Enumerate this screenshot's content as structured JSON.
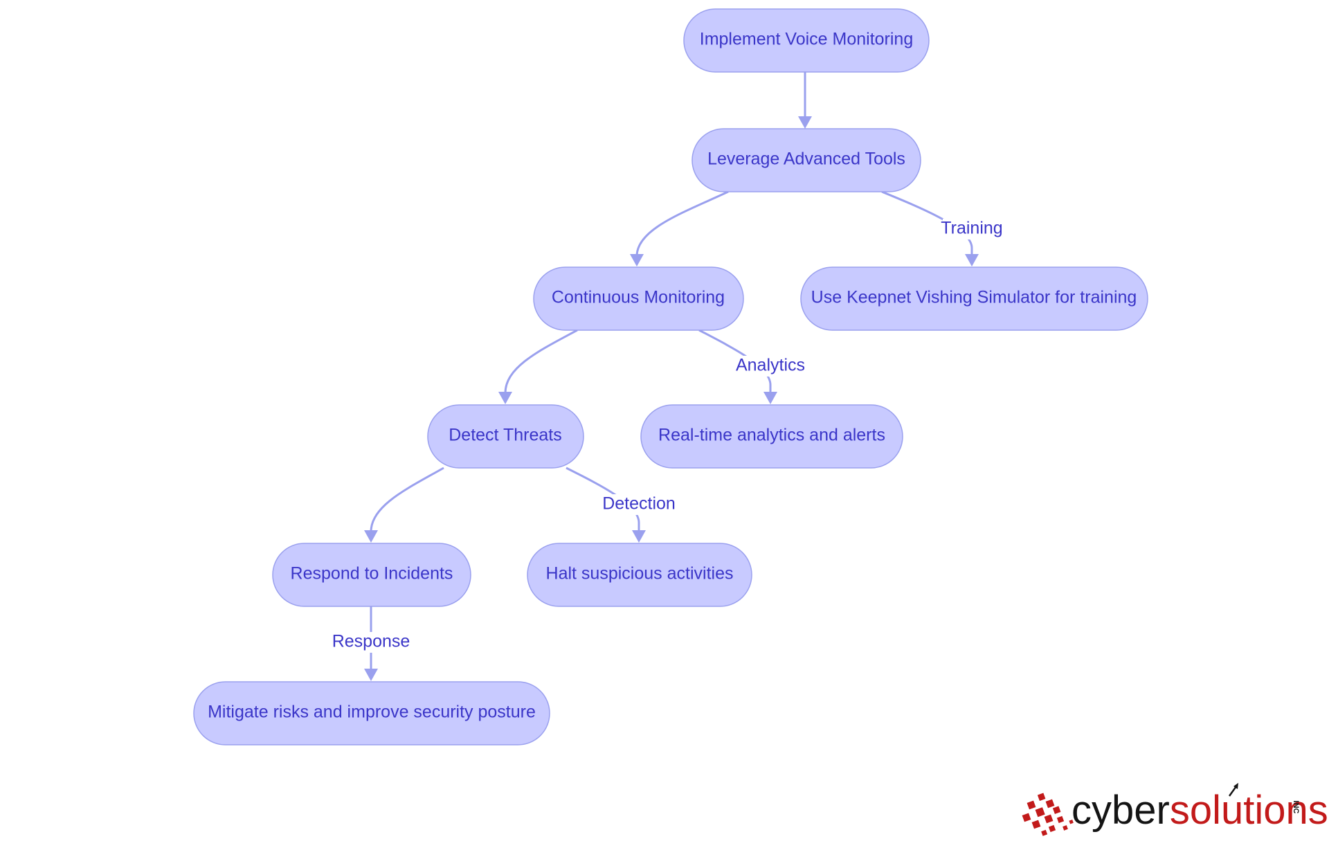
{
  "diagram": {
    "type": "flowchart",
    "nodes": [
      {
        "id": "n1",
        "label": "Implement Voice Monitoring"
      },
      {
        "id": "n2",
        "label": "Leverage Advanced Tools"
      },
      {
        "id": "n3",
        "label": "Continuous Monitoring"
      },
      {
        "id": "n4",
        "label": "Use Keepnet Vishing Simulator for training"
      },
      {
        "id": "n5",
        "label": "Detect Threats"
      },
      {
        "id": "n6",
        "label": "Real-time analytics and alerts"
      },
      {
        "id": "n7",
        "label": "Respond to Incidents"
      },
      {
        "id": "n8",
        "label": "Halt suspicious activities"
      },
      {
        "id": "n9",
        "label": "Mitigate risks and improve security posture"
      }
    ],
    "edges": [
      {
        "from": "n1",
        "to": "n2",
        "label": ""
      },
      {
        "from": "n2",
        "to": "n3",
        "label": ""
      },
      {
        "from": "n2",
        "to": "n4",
        "label": "Training"
      },
      {
        "from": "n3",
        "to": "n5",
        "label": ""
      },
      {
        "from": "n3",
        "to": "n6",
        "label": "Analytics"
      },
      {
        "from": "n5",
        "to": "n7",
        "label": ""
      },
      {
        "from": "n5",
        "to": "n8",
        "label": "Detection"
      },
      {
        "from": "n7",
        "to": "n9",
        "label": "Response"
      }
    ],
    "colors": {
      "node_fill": "#c8caff",
      "node_stroke": "#9aa0ee",
      "text": "#3a35c8",
      "edge": "#9aa0ee"
    }
  },
  "logo": {
    "part1": "cyber",
    "part2": "solutions",
    "suffix": "INC",
    "colors": {
      "dark": "#141414",
      "red": "#c21a1a"
    }
  }
}
